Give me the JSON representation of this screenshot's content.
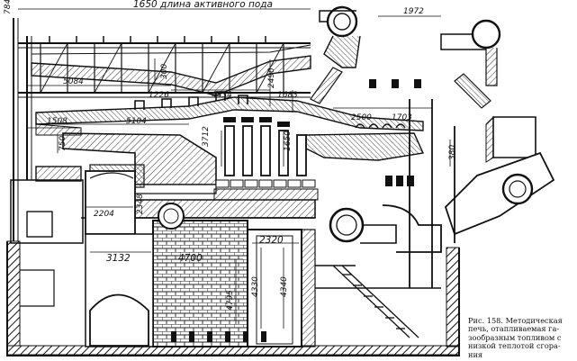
{
  "dimensions": {
    "top_left_height": "784",
    "active_hearth_length": "1650 длина активного пода",
    "top_right": "1972",
    "d_300": "300",
    "d_1226": "1226",
    "d_5084": "5084",
    "d_4434": "4434",
    "d_2490": "2490",
    "d_1683": "1683",
    "d_1508": "1508",
    "d_5104": "5104",
    "d_2500": "2500",
    "d_1703": "1703",
    "d_750": "750",
    "d_3712": "3712",
    "d_1650": "1650",
    "d_380": "380",
    "d_2204": "2204",
    "d_2348": "2348",
    "d_3132": "3132",
    "d_4700": "4700",
    "d_2320": "2320",
    "d_4795": "4795",
    "d_4330": "4330",
    "d_4340": "4340"
  },
  "caption": {
    "line1": "Рис. 158. Методическая",
    "line2": "печь, отапливаемая га-",
    "line3": "зообразным топливом с",
    "line4": "низкой теплотой сгора-",
    "line5": "ния"
  },
  "colors": {
    "ink": "#111111",
    "hatch": "#333333"
  }
}
